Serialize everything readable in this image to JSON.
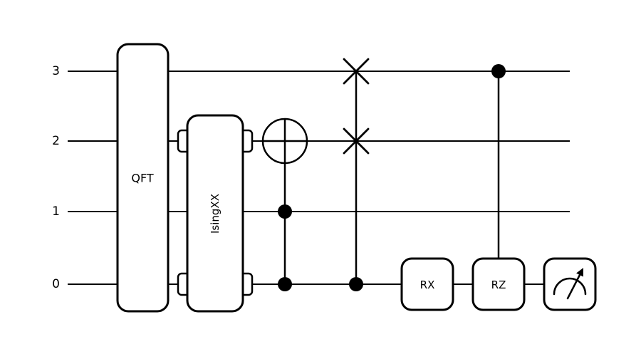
{
  "figure": {
    "type": "quantum-circuit-diagram",
    "background_color": "#ffffff",
    "stroke_color": "#000000"
  },
  "circuit": {
    "wires": [
      {
        "label": "3"
      },
      {
        "label": "2"
      },
      {
        "label": "1"
      },
      {
        "label": "0"
      }
    ],
    "gates": {
      "qft": {
        "label": "QFT",
        "spans_wires": "3,2,1,0"
      },
      "isingxx": {
        "label": "IsingXX",
        "acts_on_wires": "2,0"
      },
      "toffoli": {
        "target_wire": "2",
        "control_wires": "1,0"
      },
      "cswap": {
        "swap_wires": "3,2",
        "control_wire": "0"
      },
      "rx": {
        "label": "RX",
        "wire": "0"
      },
      "crz": {
        "label": "RZ",
        "target_wire": "0",
        "control_wire": "3"
      },
      "measurement": {
        "wire": "0"
      }
    }
  }
}
